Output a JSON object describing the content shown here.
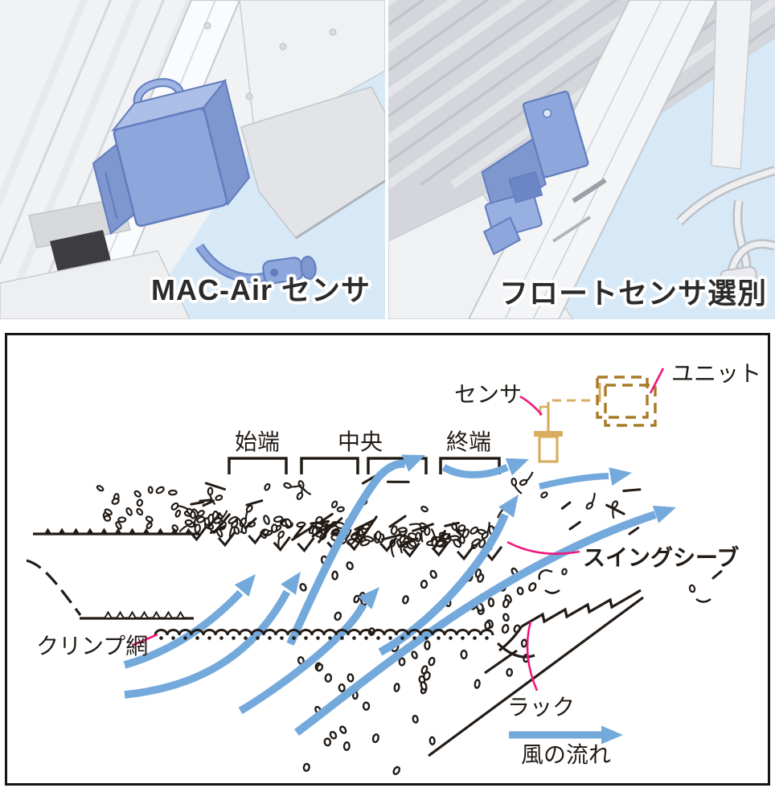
{
  "photos": [
    {
      "caption": "MAC-Air センサ"
    },
    {
      "caption": "フロートセンサ選別"
    }
  ],
  "diagram": {
    "section_labels": [
      {
        "label": "始端"
      },
      {
        "label": "中央"
      },
      {
        "label": "終端"
      }
    ],
    "labels": {
      "sensor": "センサ",
      "unit": "ユニット",
      "swing_sieve": "スイングシーブ",
      "crimp_mesh": "クリンプ網",
      "rack": "ラック",
      "wind_flow": "風の流れ"
    },
    "colors": {
      "arrow_blue": "#74A9DC",
      "leader_pink": "#F0187B",
      "sensor_tan": "#D8AD5E",
      "unit_brown": "#A87B28",
      "line_black": "#221B16",
      "photo_sky": "#D7E9F7"
    }
  }
}
